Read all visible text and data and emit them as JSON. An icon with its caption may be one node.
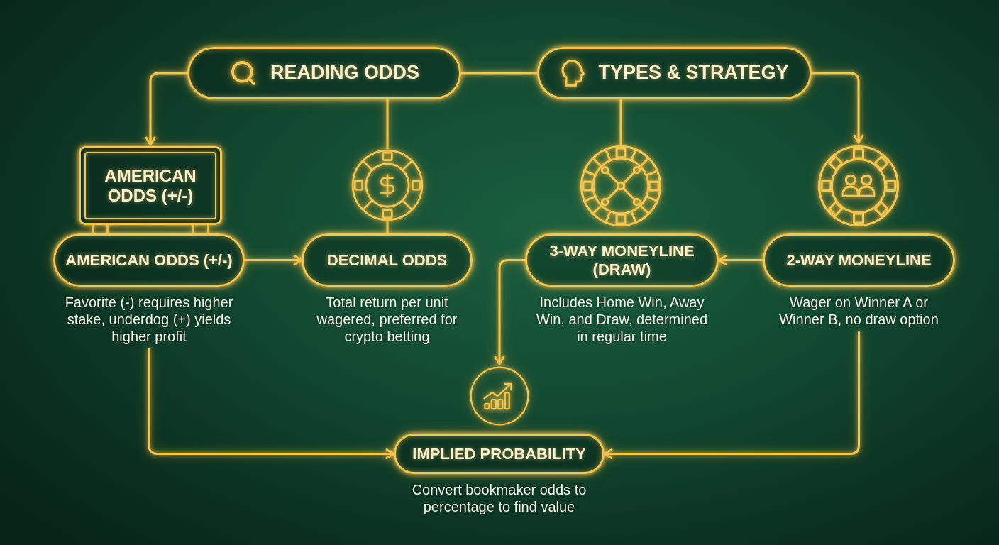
{
  "diagram": {
    "nodes": [
      {
        "text": [
          "READING ODDS"
        ]
      },
      {
        "text": [
          "TYPES & STRATEGY"
        ]
      },
      {
        "text": [
          "AMERICAN ODDS (+/-)"
        ]
      },
      {
        "text": [
          "AMERICAN ODDS (+/-)"
        ],
        "beside": [
          "Favorite (-) requires higher stake, underdog (+) yields higher profit"
        ]
      },
      {
        "text": [],
        "shape": "picture"
      },
      {
        "text": [
          "DECIMAL ODDS"
        ],
        "beside": [
          "Total return per unit wagered, preferred for crypto betting"
        ]
      },
      {
        "text": [],
        "shape": "picture"
      },
      {
        "text": [
          "3-WAY MONEYLINE (DRAW)"
        ],
        "beside": [
          "Includes Home Win, Away Win, and Draw, determined in regular time"
        ]
      },
      {
        "text": [],
        "shape": "picture"
      },
      {
        "text": [
          "2-WAY MONEYLINE"
        ],
        "beside": [
          "Wager on Winner A or Winner B, no draw option"
        ]
      },
      {
        "text": [],
        "shape": "picture"
      },
      {
        "text": [
          "IMPLIED PROBABILITY"
        ],
        "beside": [
          "Convert bookmaker odds to percentage to find value"
        ]
      }
    ],
    "edges": [
      {
        "from": 0,
        "to": 2,
        "arrow": "to"
      },
      {
        "from": 0,
        "to": 1,
        "arrow": "none"
      },
      {
        "from": 0,
        "to": 4,
        "arrow": "none"
      },
      {
        "from": 4,
        "to": 5,
        "arrow": "none"
      },
      {
        "from": 1,
        "to": 6,
        "arrow": "none"
      },
      {
        "from": 1,
        "to": 8,
        "arrow": "to"
      },
      {
        "from": 3,
        "to": 5,
        "arrow": "to"
      },
      {
        "from": 9,
        "to": 7,
        "arrow": "to"
      },
      {
        "from": 7,
        "to": 10,
        "arrow": "to"
      },
      {
        "from": 3,
        "to": 11,
        "arrow": "to"
      },
      {
        "from": 9,
        "to": 11,
        "arrow": "to"
      }
    ]
  }
}
